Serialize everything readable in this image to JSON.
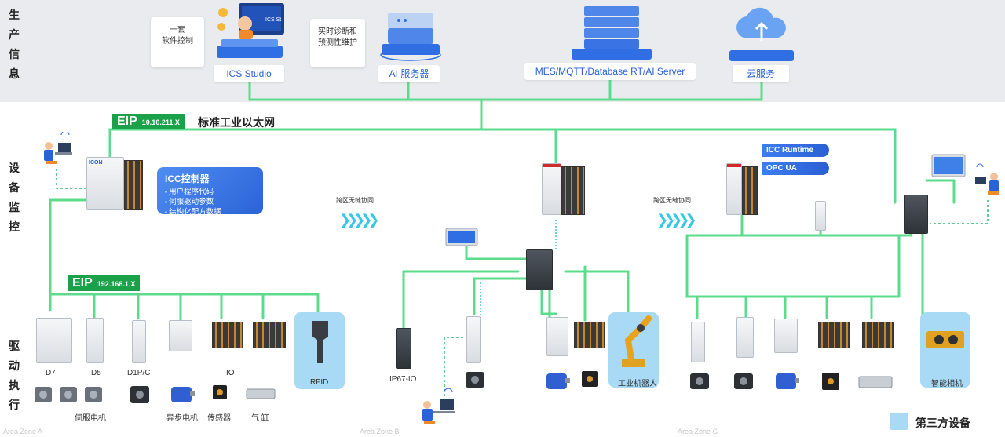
{
  "row_labels": {
    "production": [
      "生",
      "产",
      "信",
      "息"
    ],
    "monitoring": [
      "设",
      "备",
      "监",
      "控"
    ],
    "execution": [
      "驱",
      "动",
      "执",
      "行"
    ]
  },
  "top": {
    "note1": [
      "一套",
      "软件控制"
    ],
    "note2": [
      "实时诊断和",
      "预测性维护"
    ],
    "ics_label": "ICS  Studio",
    "ai_label": "AI 服务器",
    "mes_label": "MES/MQTT/Database RT/AI Server",
    "cloud_label": "云服务",
    "ics_screen_text": "ICS St"
  },
  "network": {
    "eip_top": {
      "big": "EIP",
      "small": "10.10.211.X"
    },
    "eth_label": "标准工业以太网",
    "eip_bottom": {
      "big": "EIP",
      "small": "192.168.1.X"
    }
  },
  "icc_card": {
    "title": "ICC控制器",
    "items": [
      "用户程序代码",
      "伺服驱动参数",
      "结构化配方数据"
    ]
  },
  "controller_logo": "ICON",
  "pills": [
    "ICC Runtime",
    "OPC UA"
  ],
  "wireless": {
    "left": "跨区无缝协同",
    "right": "跨区无缝协同"
  },
  "devices": {
    "d7": "D7",
    "d5": "D5",
    "d1pc": "D1P/C",
    "io": "IO",
    "rfid": "RFID",
    "ip67": "IP67-IO",
    "robot": "工业机器人",
    "camera": "智能相机"
  },
  "bottom_labels": {
    "servo": "伺服电机",
    "async": "异步电机",
    "sensor": "传感器",
    "cylinder": "气 缸"
  },
  "zones": [
    "Area Zone A",
    "Area Zone B",
    "Area Zone C"
  ],
  "legend": "第三方设备",
  "colors": {
    "wire": "#5bdc8c",
    "eip": "#1aa14a",
    "accent": "#2a62d8",
    "third_party": "#a9daf5"
  }
}
